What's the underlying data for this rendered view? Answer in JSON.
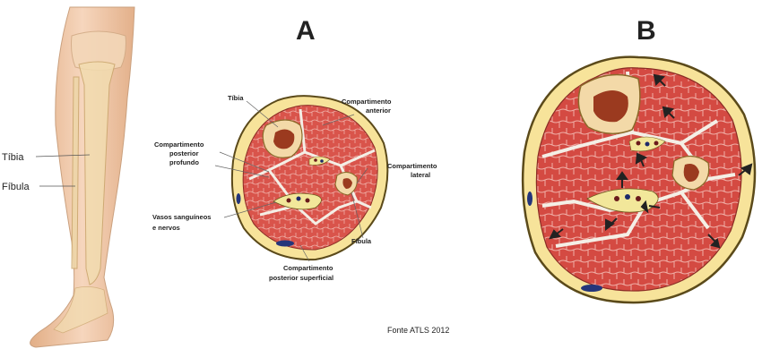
{
  "panels": {
    "a": {
      "letter": "A"
    },
    "b": {
      "letter": "B"
    }
  },
  "leg_labels": {
    "tibia": "Tíbia",
    "fibula": "Fíbula"
  },
  "cross_section_labels": {
    "tibia": "Tíbia",
    "anterior_line1": "Compartimento",
    "anterior_line2": "anterior",
    "deep_line1": "Compartimento",
    "deep_line2": "posterior",
    "deep_line3": "profundo",
    "lateral_line1": "Compartimento",
    "lateral_line2": "lateral",
    "vessels_line1": "Vasos sanguíneos",
    "vessels_line2": "e nervos",
    "fibula": "Fíbula",
    "superficial_line1": "Compartimento",
    "superficial_line2": "posterior superficial"
  },
  "source": "Fonte ATLS 2012",
  "colors": {
    "skin": "#f7e39a",
    "skin_border": "#5b4a1a",
    "muscle": "#d9544b",
    "muscle_light": "#e98a84",
    "bone": "#f3d9a8",
    "marrow": "#9b3a1f",
    "fascia": "#f4efe6",
    "leg": "#f1c9a6"
  }
}
